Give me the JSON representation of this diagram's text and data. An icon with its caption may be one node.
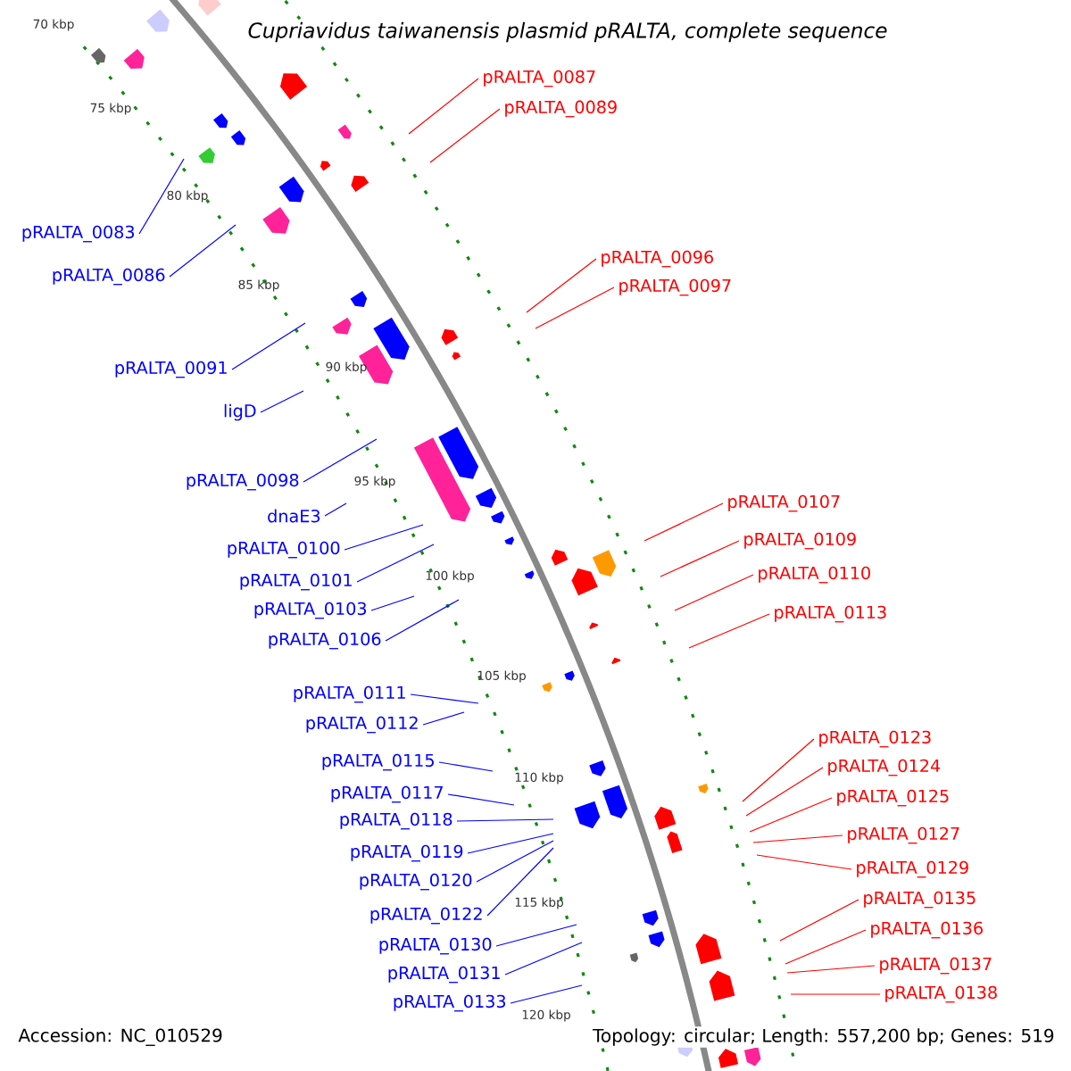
{
  "diagram": {
    "title": "Cupriavidus taiwanensis plasmid pRALTA, complete sequence",
    "nodes": [
      {
        "text": [
          "pRALTA_0087"
        ]
      },
      {
        "text": [
          "pRALTA_0089"
        ]
      },
      {
        "text": [
          "pRALTA_0083"
        ]
      },
      {
        "text": [
          "pRALTA_0086"
        ]
      },
      {
        "text": [
          "pRALTA_0096"
        ]
      },
      {
        "text": [
          "pRALTA_0097"
        ]
      },
      {
        "text": [
          "pRALTA_0091"
        ]
      },
      {
        "text": [
          "ligD"
        ]
      },
      {
        "text": [
          "pRALTA_0098"
        ]
      },
      {
        "text": [
          "dnaE3"
        ]
      },
      {
        "text": [
          "pRALTA_0107"
        ]
      },
      {
        "text": [
          "pRALTA_0109"
        ]
      },
      {
        "text": [
          "pRALTA_0100"
        ]
      },
      {
        "text": [
          "pRALTA_0101"
        ]
      },
      {
        "text": [
          "pRALTA_0110"
        ]
      },
      {
        "text": [
          "pRALTA_0103"
        ]
      },
      {
        "text": [
          "pRALTA_0113"
        ]
      },
      {
        "text": [
          "pRALTA_0106"
        ]
      },
      {
        "text": [
          "pRALTA_0111"
        ]
      },
      {
        "text": [
          "pRALTA_0112"
        ]
      },
      {
        "text": [
          "pRALTA_0123"
        ]
      },
      {
        "text": [
          "pRALTA_0115"
        ]
      },
      {
        "text": [
          "pRALTA_0124"
        ]
      },
      {
        "text": [
          "pRALTA_0117"
        ]
      },
      {
        "text": [
          "pRALTA_0125"
        ]
      },
      {
        "text": [
          "pRALTA_0118"
        ]
      },
      {
        "text": [
          "pRALTA_0127"
        ]
      },
      {
        "text": [
          "pRALTA_0119"
        ]
      },
      {
        "text": [
          "pRALTA_0129"
        ]
      },
      {
        "text": [
          "pRALTA_0120"
        ]
      },
      {
        "text": [
          "pRALTA_0135"
        ]
      },
      {
        "text": [
          "pRALTA_0122"
        ]
      },
      {
        "text": [
          "pRALTA_0136"
        ]
      },
      {
        "text": [
          "pRALTA_0130"
        ]
      },
      {
        "text": [
          "pRALTA_0137"
        ]
      },
      {
        "text": [
          "pRALTA_0131"
        ]
      },
      {
        "text": [
          "pRALTA_0138"
        ]
      },
      {
        "text": [
          "pRALTA_0133"
        ]
      }
    ],
    "edges": [
      {
        "from": 0,
        "to": null,
        "arrow": "none",
        "color": "#ff0000"
      },
      {
        "from": 1,
        "to": null,
        "arrow": "none",
        "color": "#ff0000"
      },
      {
        "from": 2,
        "to": null,
        "arrow": "none"
      },
      {
        "from": 3,
        "to": null,
        "arrow": "none"
      },
      {
        "from": 4,
        "to": null,
        "arrow": "none",
        "color": "#ff0000"
      },
      {
        "from": 5,
        "to": null,
        "arrow": "none",
        "color": "#ff0000"
      },
      {
        "from": 6,
        "to": null,
        "arrow": "none"
      },
      {
        "from": 7,
        "to": null,
        "arrow": "none"
      },
      {
        "from": 8,
        "to": null,
        "arrow": "none"
      },
      {
        "from": 9,
        "to": null,
        "arrow": "none"
      },
      {
        "from": 10,
        "to": null,
        "arrow": "none",
        "color": "#ff0000"
      },
      {
        "from": 11,
        "to": null,
        "arrow": "none",
        "color": "#ff0000"
      },
      {
        "from": 12,
        "to": null,
        "arrow": "none"
      },
      {
        "from": 13,
        "to": null,
        "arrow": "none"
      },
      {
        "from": 14,
        "to": null,
        "arrow": "none",
        "color": "#ff0000"
      },
      {
        "from": 15,
        "to": null,
        "arrow": "none"
      },
      {
        "from": 16,
        "to": null,
        "arrow": "none",
        "color": "#ff0000"
      },
      {
        "from": 17,
        "to": null,
        "arrow": "none"
      },
      {
        "from": 18,
        "to": null,
        "arrow": "none"
      },
      {
        "from": 19,
        "to": null,
        "arrow": "none"
      },
      {
        "from": 20,
        "to": null,
        "arrow": "none",
        "color": "#ff0000"
      },
      {
        "from": 21,
        "to": null,
        "arrow": "none"
      },
      {
        "from": 22,
        "to": null,
        "arrow": "none",
        "color": "#ff0000"
      },
      {
        "from": 23,
        "to": null,
        "arrow": "none"
      },
      {
        "from": 24,
        "to": null,
        "arrow": "none",
        "color": "#ff0000"
      },
      {
        "from": 25,
        "to": null,
        "arrow": "none"
      },
      {
        "from": 26,
        "to": null,
        "arrow": "none",
        "color": "#ff0000"
      },
      {
        "from": 27,
        "to": null,
        "arrow": "none"
      },
      {
        "from": 28,
        "to": null,
        "arrow": "none",
        "color": "#ff0000"
      },
      {
        "from": 29,
        "to": null,
        "arrow": "none"
      },
      {
        "from": 30,
        "to": null,
        "arrow": "none",
        "color": "#ff0000"
      },
      {
        "from": 31,
        "to": null,
        "arrow": "none"
      },
      {
        "from": 32,
        "to": null,
        "arrow": "none",
        "color": "#ff0000"
      },
      {
        "from": 33,
        "to": null,
        "arrow": "none"
      },
      {
        "from": 34,
        "to": null,
        "arrow": "none",
        "color": "#ff0000"
      },
      {
        "from": 35,
        "to": null,
        "arrow": "none"
      },
      {
        "from": 36,
        "to": null,
        "arrow": "none",
        "color": "#ff0000"
      },
      {
        "from": 37,
        "to": null,
        "arrow": "none"
      }
    ],
    "labels": [
      "70 kbp",
      "75 kbp",
      "80 kbp",
      "85 kbp",
      "90 kbp",
      "95 kbp",
      "100 kbp",
      "105 kbp",
      "110 kbp",
      "115 kbp",
      "120 kbp",
      "Accession: NC_010529",
      "Topology: circular; Length: 557,200 bp; Genes: 519"
    ]
  }
}
